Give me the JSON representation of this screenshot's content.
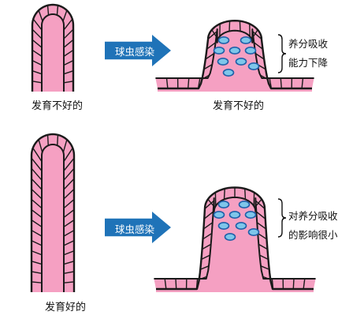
{
  "colors": {
    "villus_pink": "#f5a0c2",
    "cell_outline": "#1a1a1a",
    "arrow_blue": "#1f73b8",
    "parasite_fill": "#7ec6ea",
    "parasite_stroke": "#1f5fa8"
  },
  "rows": [
    {
      "left_label": "发育不好的",
      "arrow_label": "球虫感染",
      "right_label": "发育不好的",
      "note_lines": [
        "养分吸收",
        "能力下降"
      ]
    },
    {
      "left_label": "发育好的",
      "arrow_label": "球虫感染",
      "right_label": "",
      "note_lines": [
        "对养分吸收",
        "的影响很小"
      ]
    }
  ]
}
